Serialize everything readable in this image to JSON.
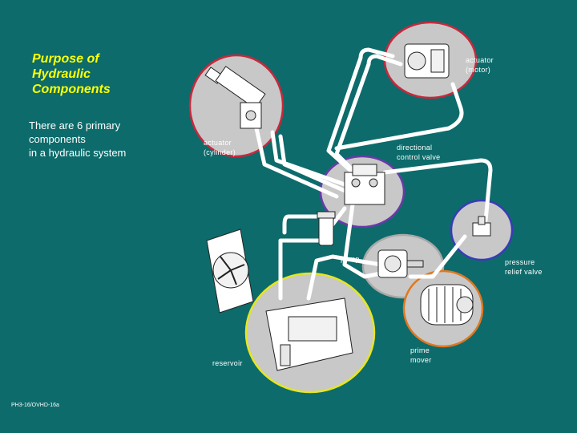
{
  "title": "Purpose of\nHydraulic\nComponents",
  "subtitle": "There are 6 primary\ncomponents\nin a hydraulic system",
  "labels": {
    "actuator_motor": "actuator\n(motor)",
    "actuator_cylinder": "actuator\n(cylinder)",
    "directional_control_valve": "directional\ncontrol valve",
    "pump": "pump",
    "pressure_relief_valve": "pressure\nrelief valve",
    "reservoir": "reservoir",
    "prime_mover": "prime\nmover"
  },
  "footer": "PH3-16/OVHD-16a",
  "colors": {
    "background": "#0d6b6b",
    "title": "#ffff00",
    "actuator_ring": "#c8283c",
    "valve_ring": "#6a3aa8",
    "pump_ring": "#a8a8a8",
    "relief_ring": "#3a3ab8",
    "reservoir_ring": "#e6e61e",
    "prime_mover_ring": "#e07820"
  }
}
